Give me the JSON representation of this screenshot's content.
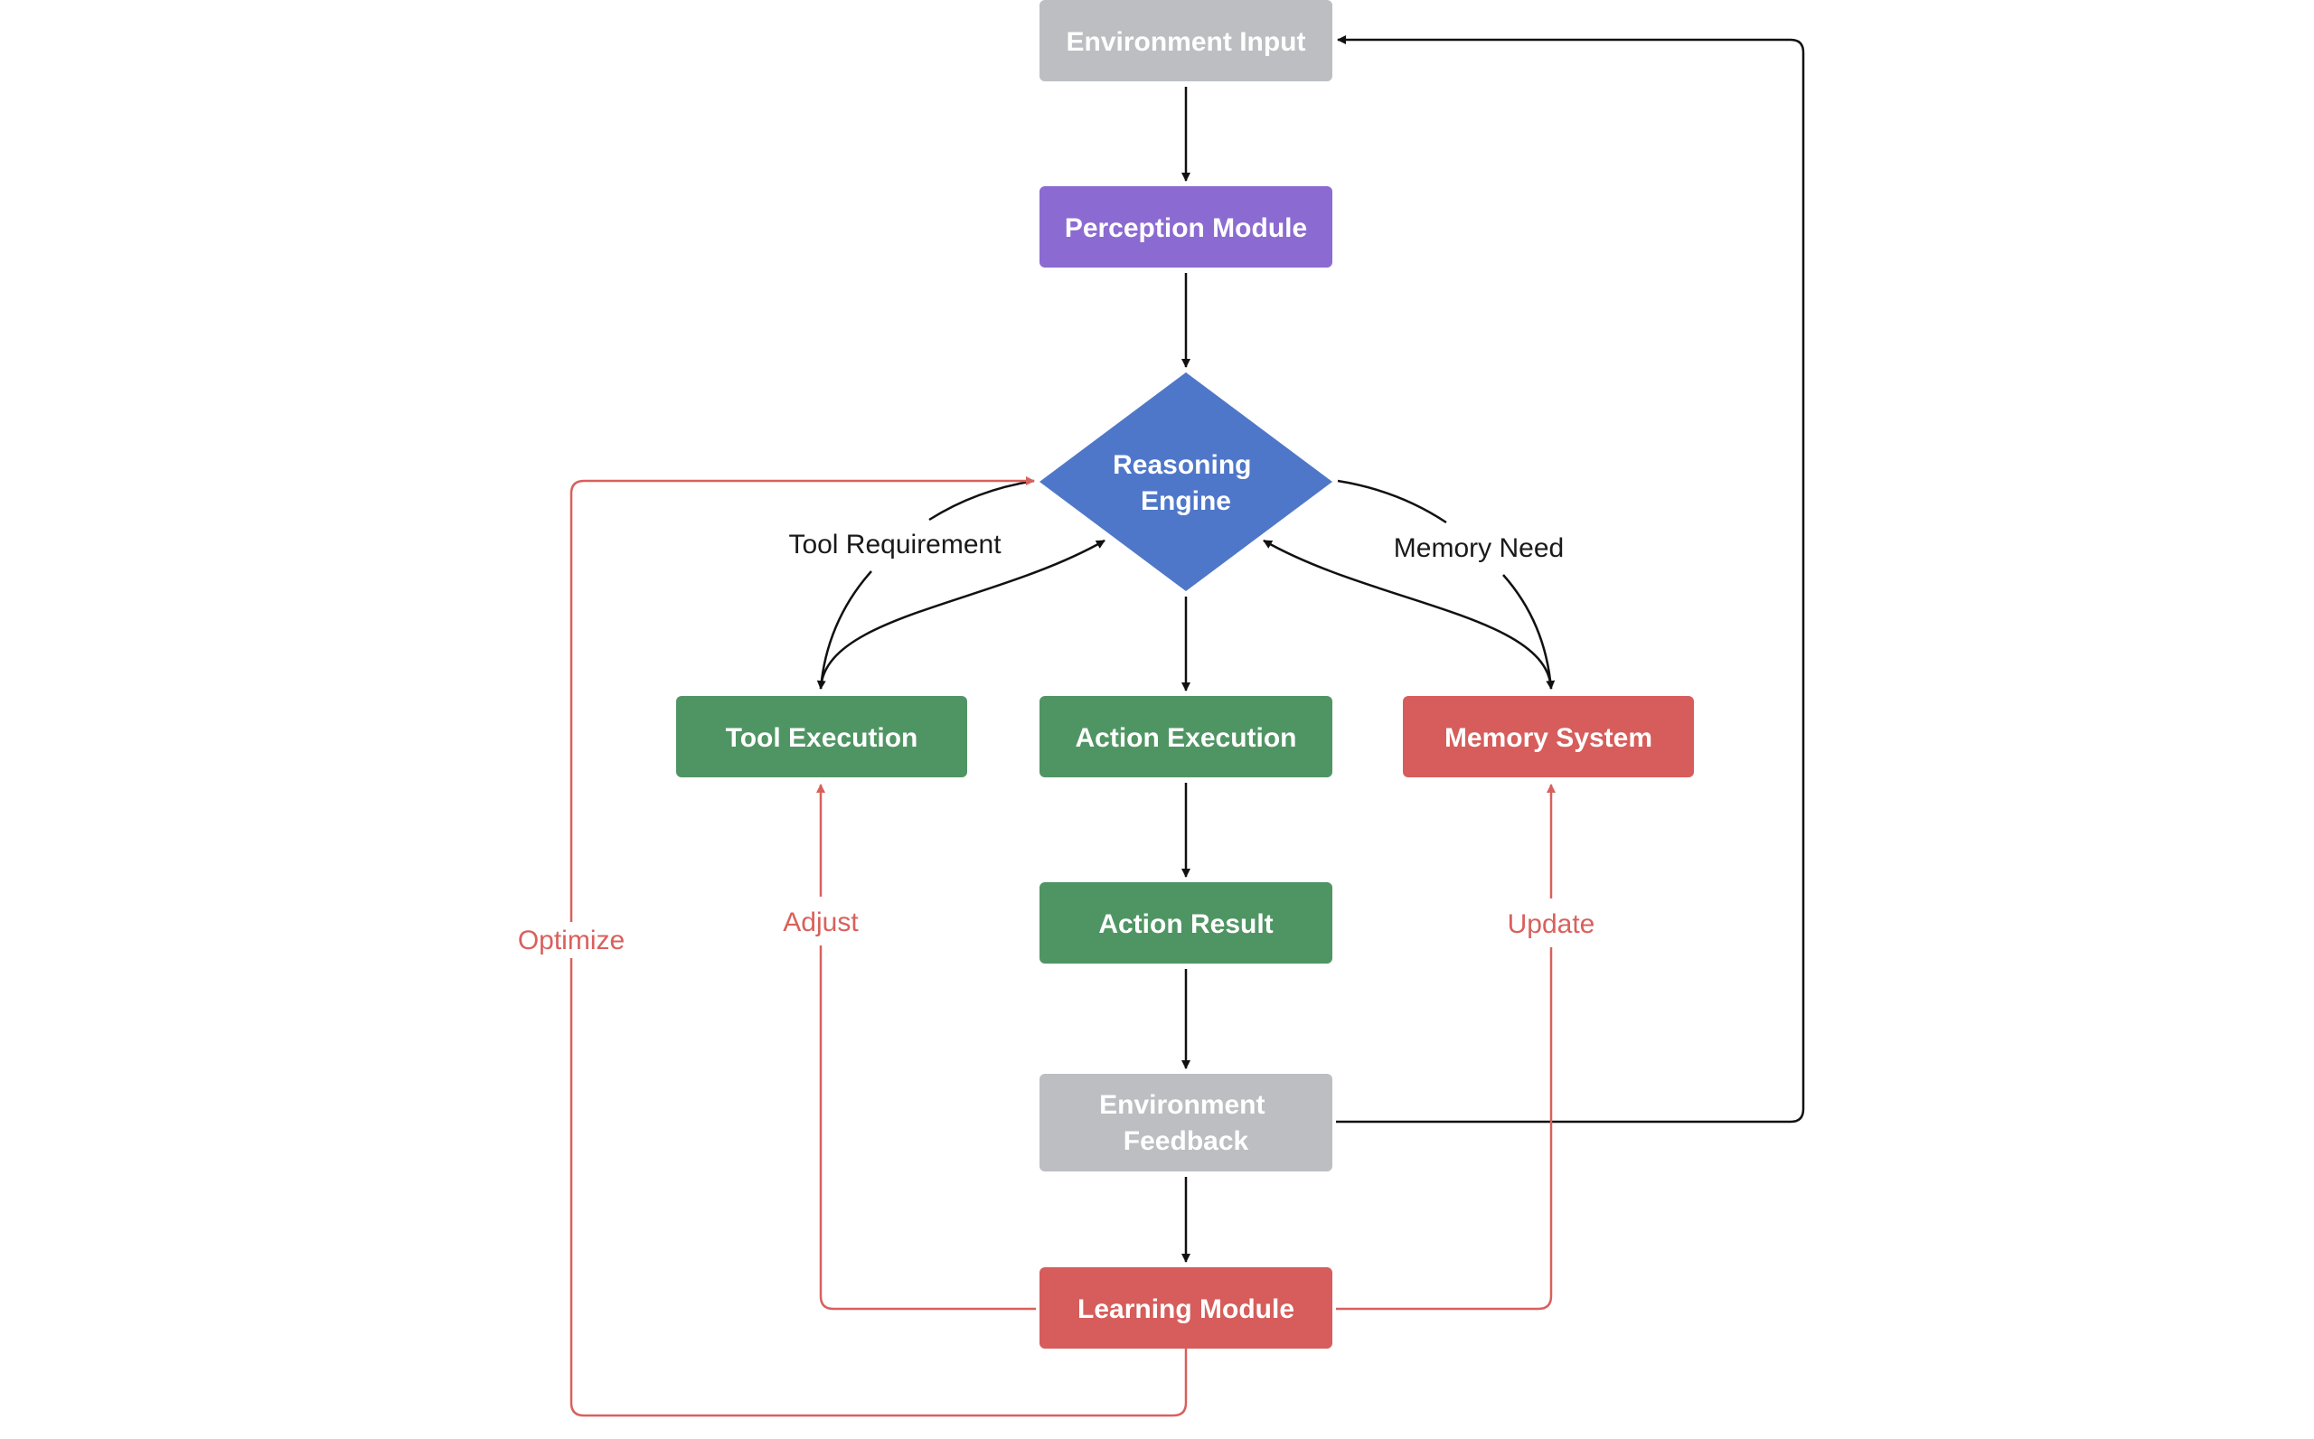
{
  "colors": {
    "gray": "#bcbec2",
    "purple": "#8b6bd1",
    "blue": "#4f77c9",
    "green": "#4f9563",
    "red": "#d65d5b",
    "edge_black": "#111111",
    "edge_red": "#d9605c",
    "label_black": "#1a1a1a",
    "label_red": "#d9605c"
  },
  "nodes": {
    "environment_input": {
      "lines": [
        "Environment Input"
      ]
    },
    "perception_module": {
      "lines": [
        "Perception Module"
      ]
    },
    "reasoning_engine": {
      "lines": [
        "Reasoning",
        "Engine"
      ]
    },
    "tool_execution": {
      "lines": [
        "Tool Execution"
      ]
    },
    "action_execution": {
      "lines": [
        "Action Execution"
      ]
    },
    "memory_system": {
      "lines": [
        "Memory System"
      ]
    },
    "action_result": {
      "lines": [
        "Action Result"
      ]
    },
    "environment_feedback": {
      "lines": [
        "Environment",
        "Feedback"
      ]
    },
    "learning_module": {
      "lines": [
        "Learning Module"
      ]
    }
  },
  "edge_labels": {
    "tool_requirement": "Tool Requirement",
    "memory_need": "Memory Need",
    "optimize": "Optimize",
    "adjust": "Adjust",
    "update": "Update"
  }
}
